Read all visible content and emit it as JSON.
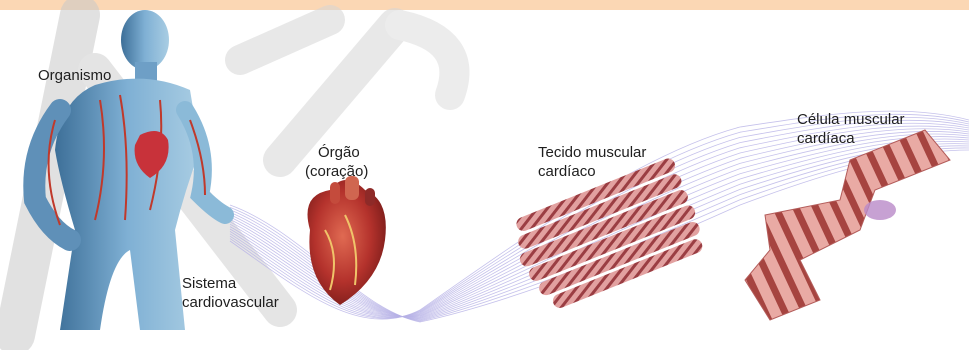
{
  "colors": {
    "top_band": "#fbd7b4",
    "body_blue": "#5f90b8",
    "heart_red": "#b4322c",
    "muscle_pink": "#d98a8a",
    "muscle_stripe": "#9c3b3b",
    "wave_lines": "#b6b2e6",
    "watermark": "#cfcfcf"
  },
  "labels": {
    "organismo": "Organismo",
    "orgao_l1": "Órgão",
    "orgao_l2": "(coração)",
    "tecido_l1": "Tecido muscular",
    "tecido_l2": "cardíaco",
    "celula_l1": "Célula muscular",
    "celula_l2": "cardíaca",
    "sistema_l1": "Sistema",
    "sistema_l2": "cardiovascular"
  }
}
